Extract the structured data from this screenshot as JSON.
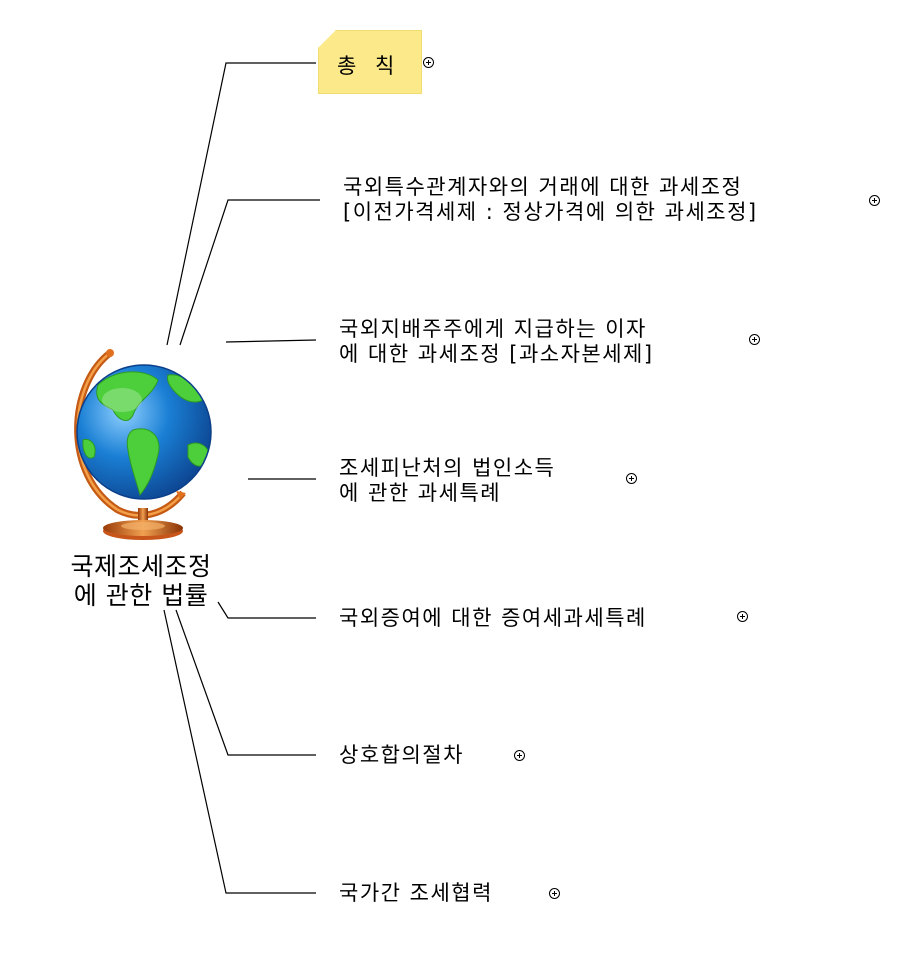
{
  "root": {
    "label": "국제조세조정\n에 관한 법률",
    "icon": "globe-icon"
  },
  "branches": [
    {
      "label": "총 칙",
      "style": "note"
    },
    {
      "label": "국외특수관계자와의 거래에 대한 과세조정\n[이전가격세제 : 정상가격에 의한 과세조정]"
    },
    {
      "label": "국외지배주주에게 지급하는 이자\n에 대한 과세조정 [과소자본세제]"
    },
    {
      "label": "조세피난처의 법인소득\n에 관한 과세특례"
    },
    {
      "label": "국외증여에 대한 증여세과세특례"
    },
    {
      "label": "상호합의절차"
    },
    {
      "label": "국가간 조세협력"
    }
  ],
  "colors": {
    "note_fill": "#fbe98a",
    "ocean": "#1a7fd4",
    "land": "#4ccf3a",
    "stand": "#d9701e"
  }
}
